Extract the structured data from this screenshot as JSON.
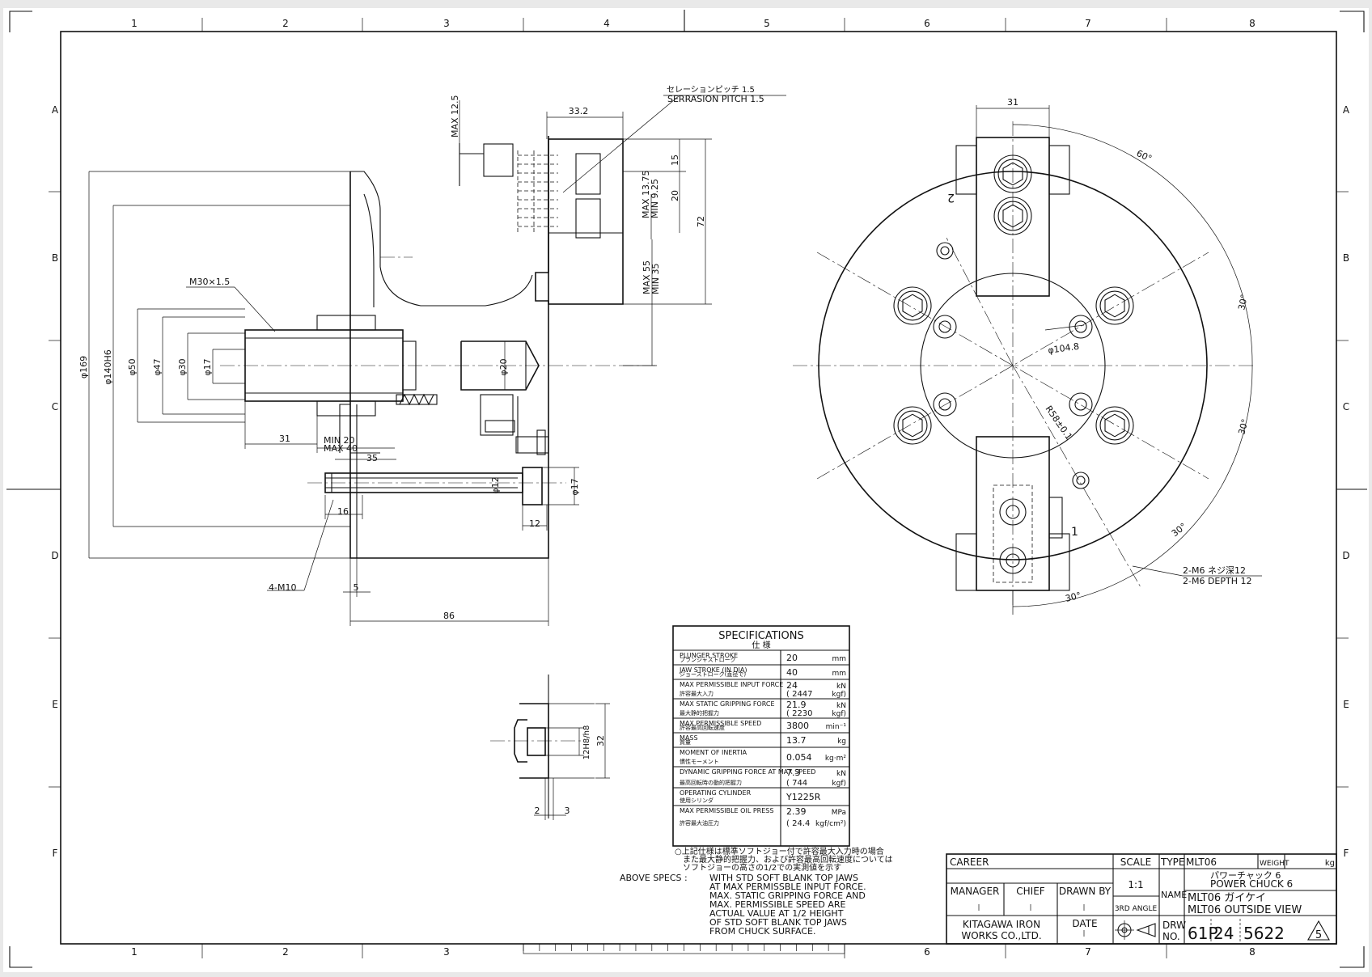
{
  "border": {
    "columns": [
      "1",
      "2",
      "3",
      "4",
      "5",
      "6",
      "7",
      "8"
    ],
    "rows": [
      "A",
      "B",
      "C",
      "D",
      "E",
      "F"
    ]
  },
  "side_view": {
    "serration_jp": "セレーションピッチ 1.5",
    "serration_en": "SERRASION PITCH 1.5",
    "thread_label": "M30×1.5",
    "bolt_label": "4-M10",
    "dims": {
      "max_12_5": "MAX 12.5",
      "d33_2": "33.2",
      "d15": "15",
      "d20": "20",
      "d72": "72",
      "max_13_75": "MAX 13.75",
      "min_9_25": "MIN 9.25",
      "max_55": "MAX 55",
      "min_35": "MIN 35",
      "phi169": "φ169",
      "phi140": "φ140H6",
      "phi50": "φ50",
      "phi47": "φ47",
      "phi30": "φ30",
      "phi17": "φ17",
      "phi20": "φ20",
      "phi12": "φ12",
      "phi17b": "φ17",
      "d31": "31",
      "min20": "MIN 20",
      "max40": "MAX 40",
      "d35": "35",
      "d16": "16",
      "d12": "12",
      "d5": "5",
      "d86": "86"
    }
  },
  "front_view": {
    "d31": "31",
    "a60": "60°",
    "a30a": "30°",
    "a30b": "30°",
    "a30c": "30°",
    "a30d": "30°",
    "pcd": "φ104.8",
    "radius": "R58±0.1",
    "jaw1": "1",
    "jaw2": "2",
    "tap_jp": "2-M6 ネジ深12",
    "tap_en": "2-M6 DEPTH 12"
  },
  "detail_view": {
    "d12h8": "12H8/h8",
    "d32": "32",
    "d2": "2",
    "d3": "3"
  },
  "specs": {
    "title": "SPECIFICATIONS",
    "title_jp": "仕 様",
    "rows": [
      {
        "en": "PLUNGER STROKE",
        "jp": "プランジャストローク",
        "v1": "20",
        "v2": "",
        "u1": "mm",
        "u2": ""
      },
      {
        "en": "JAW STROKE (IN DIA)",
        "jp": "ジョーストローク(直径で)",
        "v1": "40",
        "v2": "",
        "u1": "mm",
        "u2": ""
      },
      {
        "en": "MAX PERMISSIBLE INPUT FORCE",
        "jp": "許容最大入力",
        "v1": "24",
        "v2": "( 2447",
        "u1": "kN",
        "u2": "kgf)"
      },
      {
        "en": "MAX STATIC GRIPPING FORCE",
        "jp": "最大静的把握力",
        "v1": "21.9",
        "v2": "( 2230",
        "u1": "kN",
        "u2": "kgf)"
      },
      {
        "en": "MAX PERMISSIBLE SPEED",
        "jp": "許容最高回転速度",
        "v1": "3800",
        "v2": "",
        "u1": "min⁻¹",
        "u2": ""
      },
      {
        "en": "MASS",
        "jp": "質量",
        "v1": "13.7",
        "v2": "",
        "u1": "kg",
        "u2": ""
      },
      {
        "en": "MOMENT OF INERTIA",
        "jp": "慣性モーメント",
        "v1": "0.054",
        "v2": "",
        "u1": "kg·m²",
        "u2": ""
      },
      {
        "en": "DYNAMIC GRIPPING FORCE AT MAX SPEED",
        "jp": "最高回転時の動的把握力",
        "v1": "7.3",
        "v2": "( 744",
        "u1": "kN",
        "u2": "kgf)"
      },
      {
        "en": "OPERATING CYLINDER",
        "jp": "使用シリンダ",
        "v1": "Y1225R",
        "v2": "",
        "u1": "",
        "u2": ""
      },
      {
        "en": "MAX PERMISSIBLE OIL PRESS",
        "jp": "許容最大油圧力",
        "v1": "2.39",
        "v2": "( 24.4",
        "u1": "MPa",
        "u2": "kgf/cm²)"
      }
    ],
    "note_jp_1": "○上記仕様は標準ソフトジョー付で許容最大入力時の場合",
    "note_jp_2": "また最大静的把握力、および許容最高回転速度については",
    "note_jp_3": "ソフトジョーの高さの1/2での実測値を示す",
    "note_en_label": "ABOVE SPECS :",
    "note_en": [
      "WITH STD SOFT BLANK TOP JAWS",
      "AT MAX PERMISSBLE INPUT FORCE.",
      "MAX. STATIC GRIPPING FORCE AND",
      "MAX. PERMISSIBLE SPEED ARE",
      "ACTUAL VALUE AT 1/2 HEIGHT",
      "OF STD SOFT BLANK TOP JAWS",
      "FROM CHUCK SURFACE."
    ]
  },
  "title_block": {
    "career": "CAREER",
    "scale_label": "SCALE",
    "scale_value": "1:1",
    "type_label": "TYPE",
    "type_value": "MLT06",
    "weight_label": "WEIGHT",
    "weight_unit": "kg",
    "name_label": "NAME",
    "name_jp_1": "パワーチャック 6",
    "name_en_1": "POWER CHUCK 6",
    "name_jp_2": "MLT06 ガイケイ",
    "name_en_2": "MLT06 OUTSIDE VIEW",
    "manager": "MANAGER",
    "chief": "CHIEF",
    "drawn_by": "DRAWN BY",
    "angle": "3RD ANGLE",
    "date": "DATE",
    "company_1": "KITAGAWA IRON",
    "company_2": "WORKS CO.,LTD.",
    "drw_label_1": "DRW",
    "drw_label_2": "NO.",
    "drw_a": "61P",
    "drw_b": "24",
    "drw_c": "5622",
    "rev": "5"
  }
}
